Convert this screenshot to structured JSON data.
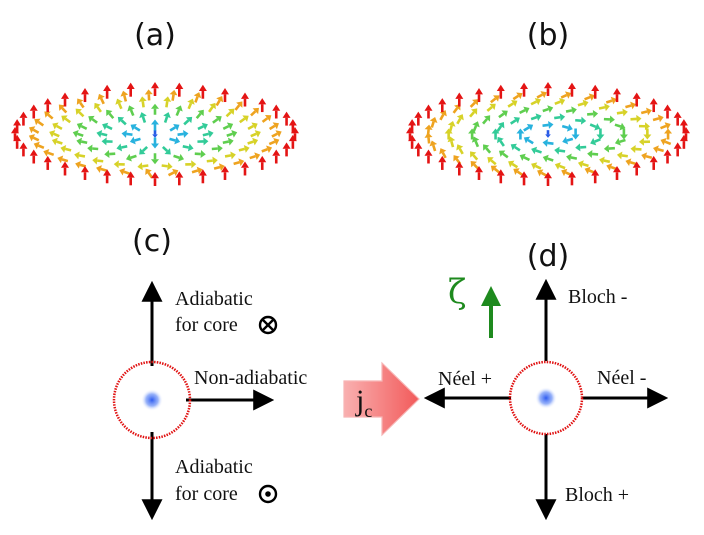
{
  "panels": {
    "a": "(a)",
    "b": "(b)",
    "c": "(c)",
    "d": "(d)"
  },
  "panel_c": {
    "up_line1": "Adiabatic",
    "up_line2": "for core",
    "right": "Non-adiabatic",
    "down_line1": "Adiabatic",
    "down_line2": "for core"
  },
  "panel_d": {
    "up": "Bloch -",
    "left": "Néel +",
    "right": "Néel -",
    "down": "Bloch +",
    "zeta": "ζ"
  },
  "current": {
    "symbol": "j",
    "subscript": "c"
  },
  "colors": {
    "axis": "#000000",
    "ring": "#e01010",
    "core": "#3a6cf0",
    "zeta": "#1e8a1e",
    "current_arrow": "#f46a6a"
  }
}
